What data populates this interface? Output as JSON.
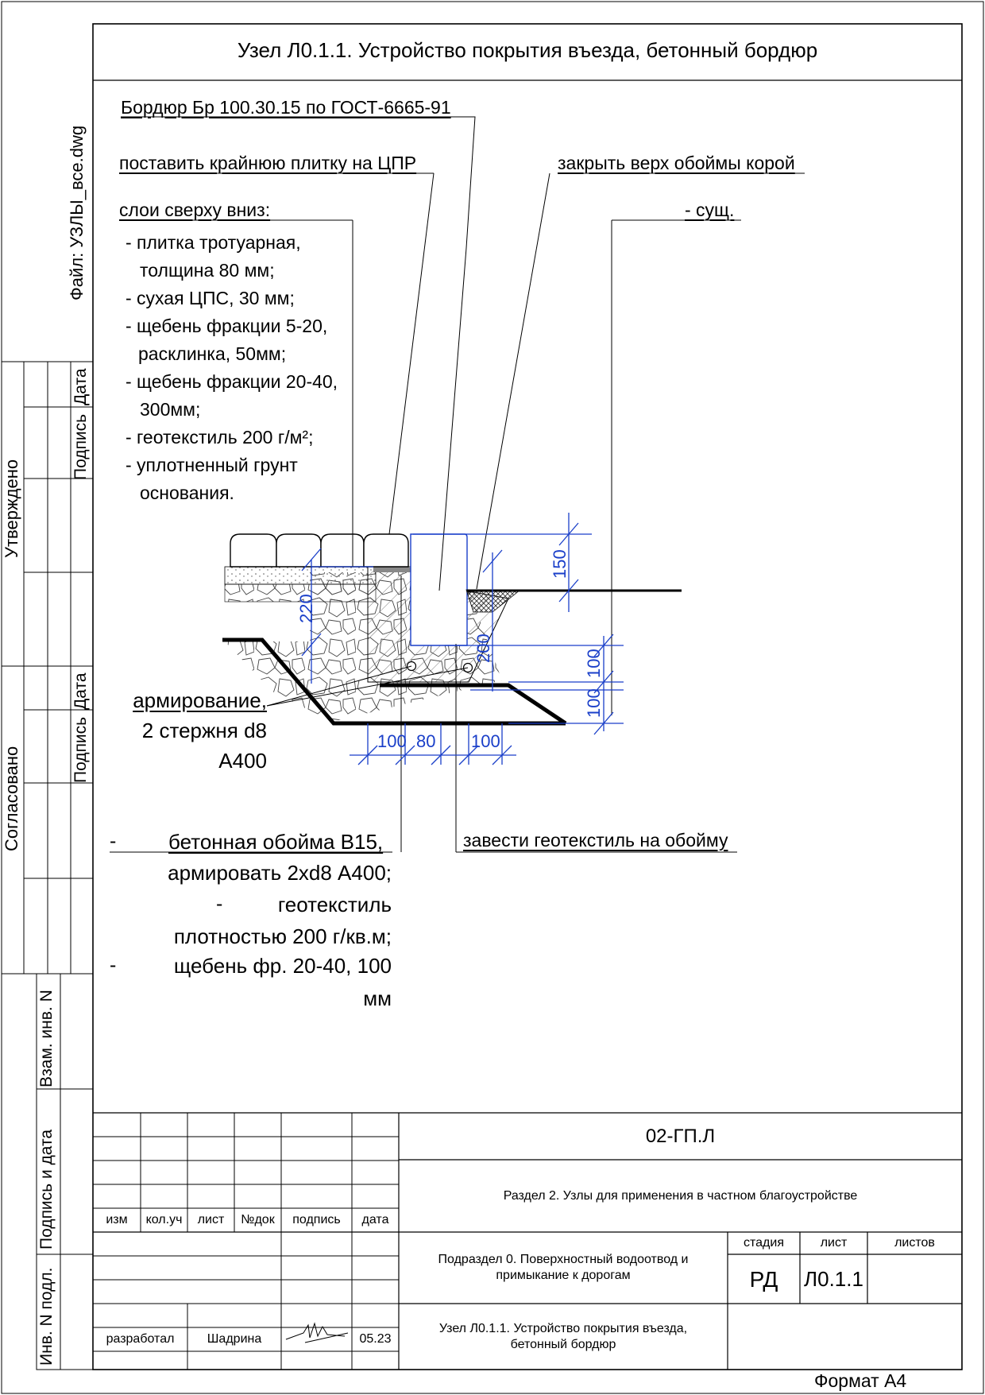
{
  "title": "Узел Л0.1.1. Устройство покрытия въезда, бетонный бордюр",
  "file_label": "Файл: УЗЛЫ_все.dwg",
  "side_stamp": {
    "utverzhdeno": "Утверждено",
    "soglasovano": "Согласовано",
    "podpis": "Подпись",
    "data": "Дата",
    "vzam_inv": "Взам. инв. N",
    "podpis_i_data": "Подпись и дата",
    "inv_podl": "Инв. N подл."
  },
  "callouts": {
    "bordur": "Бордюр Бр 100.30.15 по ГОСТ-6665-91",
    "plitka": "поставить крайнюю плитку на ЦПР",
    "obojma_top": "закрыть верх обоймы корой",
    "sush": "- сущ.",
    "sloi_title": "слои сверху вниз:",
    "layers": [
      "- плитка тротуарная,",
      "толщина 80 мм;",
      "- сухая ЦПС, 30 мм;",
      "- щебень фракции 5-20,",
      "расклинка, 50мм;",
      "- щебень фракции 20-40,",
      "300мм;",
      "- геотекстиль 200 г/м²;",
      "- уплотненный грунт",
      "основания."
    ],
    "armirovanie": [
      "армирование,",
      "2 стержня d8",
      "А400"
    ],
    "obojma_lines": [
      "-",
      "бетонная обойма В15,",
      "армировать 2xd8 А400;",
      "-",
      "геотекстиль",
      "плотностью 200 г/кв.м;",
      "-",
      "щебень фр. 20-40, 100",
      "мм"
    ],
    "geotextile_note": "завести геотекстиль на обойму"
  },
  "dimensions": {
    "d150": "150",
    "d220": "220",
    "d200": "200",
    "d100a": "100",
    "d100b": "100",
    "d100c": "100",
    "d80": "80",
    "d100d": "100"
  },
  "title_block": {
    "code": "02-ГП.Л",
    "section": "Раздел 2. Узлы для применения в частном благоустройстве",
    "subsection_line1": "Подраздел 0. Поверхностный водоотвод и",
    "subsection_line2": "примыкание к дорогам",
    "node_line1": "Узел Л0.1.1. Устройство покрытия въезда,",
    "node_line2": "бетонный бордюр",
    "headers": [
      "изм",
      "кол.уч",
      "лист",
      "№док",
      "подпись",
      "дата"
    ],
    "stage_label": "стадия",
    "sheet_label": "лист",
    "sheets_label": "листов",
    "stage": "РД",
    "sheet": "Л0.1.1",
    "sheets": "",
    "developed_label": "разработал",
    "developer": "Шадрина",
    "date": "05.23"
  },
  "format": "Формат А4",
  "colors": {
    "dimension_blue": "#1a3fc9",
    "line": "#000000"
  }
}
